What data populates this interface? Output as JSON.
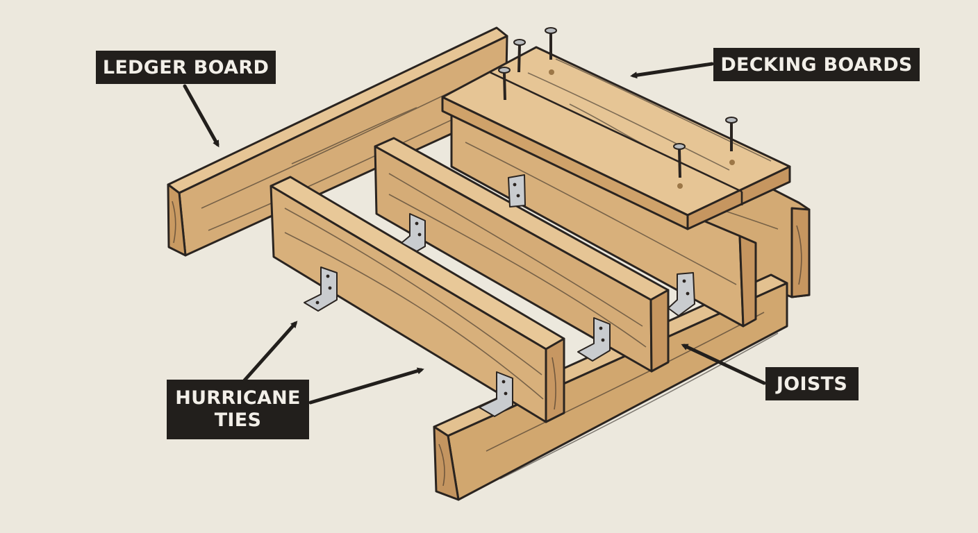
{
  "labels": {
    "ledger_board": "LEDGER BOARD",
    "decking_boards": "DECKING BOARDS",
    "joists": "JOISTS",
    "hurricane_ties_line1": "HURRICANE",
    "hurricane_ties_line2": "TIES"
  },
  "colors": {
    "background": "#ece8dd",
    "wood_light": "#dcb684",
    "wood_mid": "#cfa672",
    "wood_dark": "#b98a55",
    "outline": "#2a2420",
    "label_bg": "#221f1c",
    "label_text": "#f2efe8",
    "metal": "#c9cccf"
  }
}
